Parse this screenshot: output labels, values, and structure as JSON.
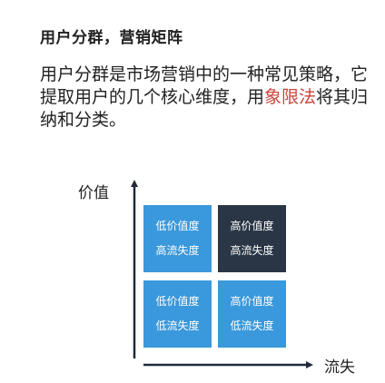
{
  "title": "用户分群，营销矩阵",
  "paragraph": {
    "text_before": "用户分群是市场营销中的一种常见策略，它提取用户的几个核心维度，用",
    "highlight": "象限法",
    "text_after": "将其归纳和分类。"
  },
  "axes": {
    "y_label": "价值",
    "x_label": "流失"
  },
  "matrix": {
    "top_left": {
      "line1": "低价值度",
      "line2": "高流失度"
    },
    "top_right": {
      "line1": "高价值度",
      "line2": "高流失度"
    },
    "bottom_left": {
      "line1": "低价值度",
      "line2": "低流失度"
    },
    "bottom_right": {
      "line1": "高价值度",
      "line2": "低流失度"
    }
  },
  "colors": {
    "blue": "#3a98dc",
    "dark": "#2a3645",
    "highlight": "#c9453b"
  }
}
